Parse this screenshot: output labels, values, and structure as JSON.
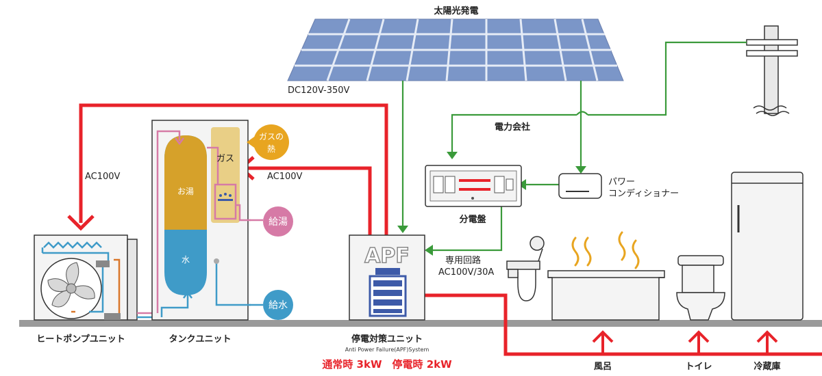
{
  "labels": {
    "solar": "太陽光発電",
    "dc_voltage": "DC120V-350V",
    "power_company": "電力会社",
    "power_conditioner_line1": "パワー",
    "power_conditioner_line2": "コンディショナー",
    "distribution_board": "分電盤",
    "dedicated_circuit_line1": "専用回路",
    "dedicated_circuit_line2": "AC100V/30A",
    "ac100v_left": "AC100V",
    "ac100v_mid": "AC100V",
    "gas_heat_line1": "ガスの",
    "gas_heat_line2": "熱",
    "gas": "ガス",
    "hot_water": "お湯",
    "water": "水",
    "hot_water_supply": "給湯",
    "water_supply": "給水",
    "heat_pump_unit": "ヒートポンプユニット",
    "tank_unit": "タンクユニット",
    "apf": "APF",
    "apf_unit": "停電対策ユニット",
    "apf_system": "Anti Power Failure(APF)System",
    "capacity": "通常時 3kW　停電時 2kW",
    "bath": "風呂",
    "toilet": "トイレ",
    "fridge": "冷蔵庫"
  },
  "colors": {
    "red_line": "#e8232a",
    "green_line": "#3a9a3a",
    "panel_blue": "#7b96c8",
    "hot_water_gold": "#d6a12a",
    "cold_water_blue": "#3f9bc8",
    "gas_tan": "#e9cf86",
    "gas_heat_orange": "#e8a520",
    "pink": "#d67aa6",
    "apf_blue": "#3d5aa8",
    "unit_gray": "#f3f3f3"
  }
}
